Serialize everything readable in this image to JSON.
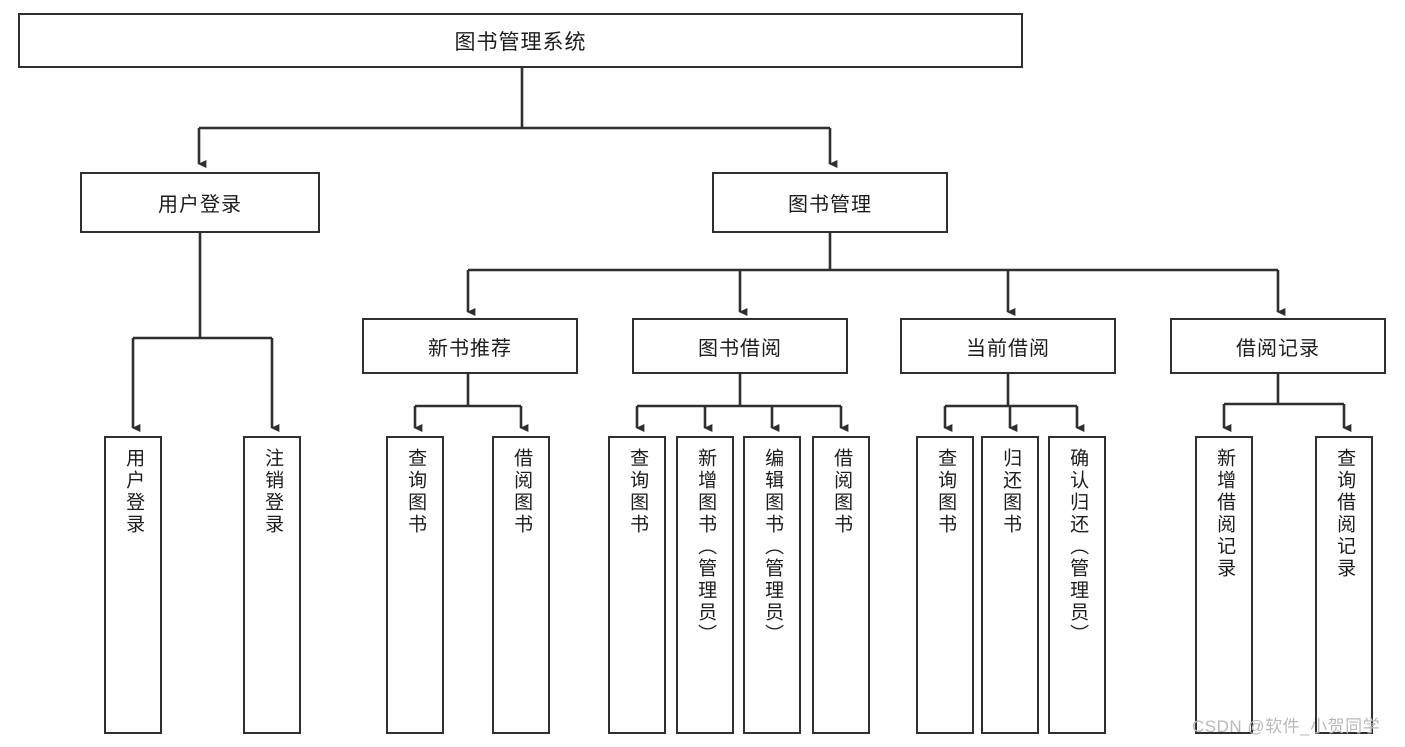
{
  "diagram": {
    "title": "图书管理系统",
    "type": "功能结构图",
    "watermark": "CSDN @软件_小贺同学",
    "colors": {
      "stroke": "#2f2f2f",
      "fill": "#ffffff",
      "text": "#1c1c1c",
      "watermark": "#b9b9b9"
    },
    "levels": {
      "root": "图书管理系统",
      "level2": [
        "用户登录",
        "图书管理"
      ],
      "level3": [
        "新书推荐",
        "图书借阅",
        "当前借阅",
        "借阅记录"
      ]
    },
    "nodes": {
      "root": {
        "label": "图书管理系统"
      },
      "user_login": {
        "label": "用户登录"
      },
      "book_manage": {
        "label": "图书管理"
      },
      "new_book_rec": {
        "label": "新书推荐"
      },
      "book_borrow": {
        "label": "图书借阅"
      },
      "current_borrow": {
        "label": "当前借阅"
      },
      "borrow_record": {
        "label": "借阅记录"
      },
      "leaf_user_login": {
        "label": "用户登录"
      },
      "leaf_user_logout": {
        "label": "注销登录"
      },
      "leaf_query_book_1": {
        "label": "查询图书"
      },
      "leaf_borrow_book_1": {
        "label": "借阅图书"
      },
      "leaf_query_book_2": {
        "label": "查询图书"
      },
      "leaf_add_book": {
        "label": "新增图书（管理员）"
      },
      "leaf_edit_book": {
        "label": "编辑图书（管理员）"
      },
      "leaf_borrow_book_2": {
        "label": "借阅图书"
      },
      "leaf_query_book_3": {
        "label": "查询图书"
      },
      "leaf_return_book": {
        "label": "归还图书"
      },
      "leaf_confirm_return": {
        "label": "确认归还（管理员）"
      },
      "leaf_add_record": {
        "label": "新增借阅记录"
      },
      "leaf_query_record": {
        "label": "查询借阅记录"
      }
    }
  }
}
